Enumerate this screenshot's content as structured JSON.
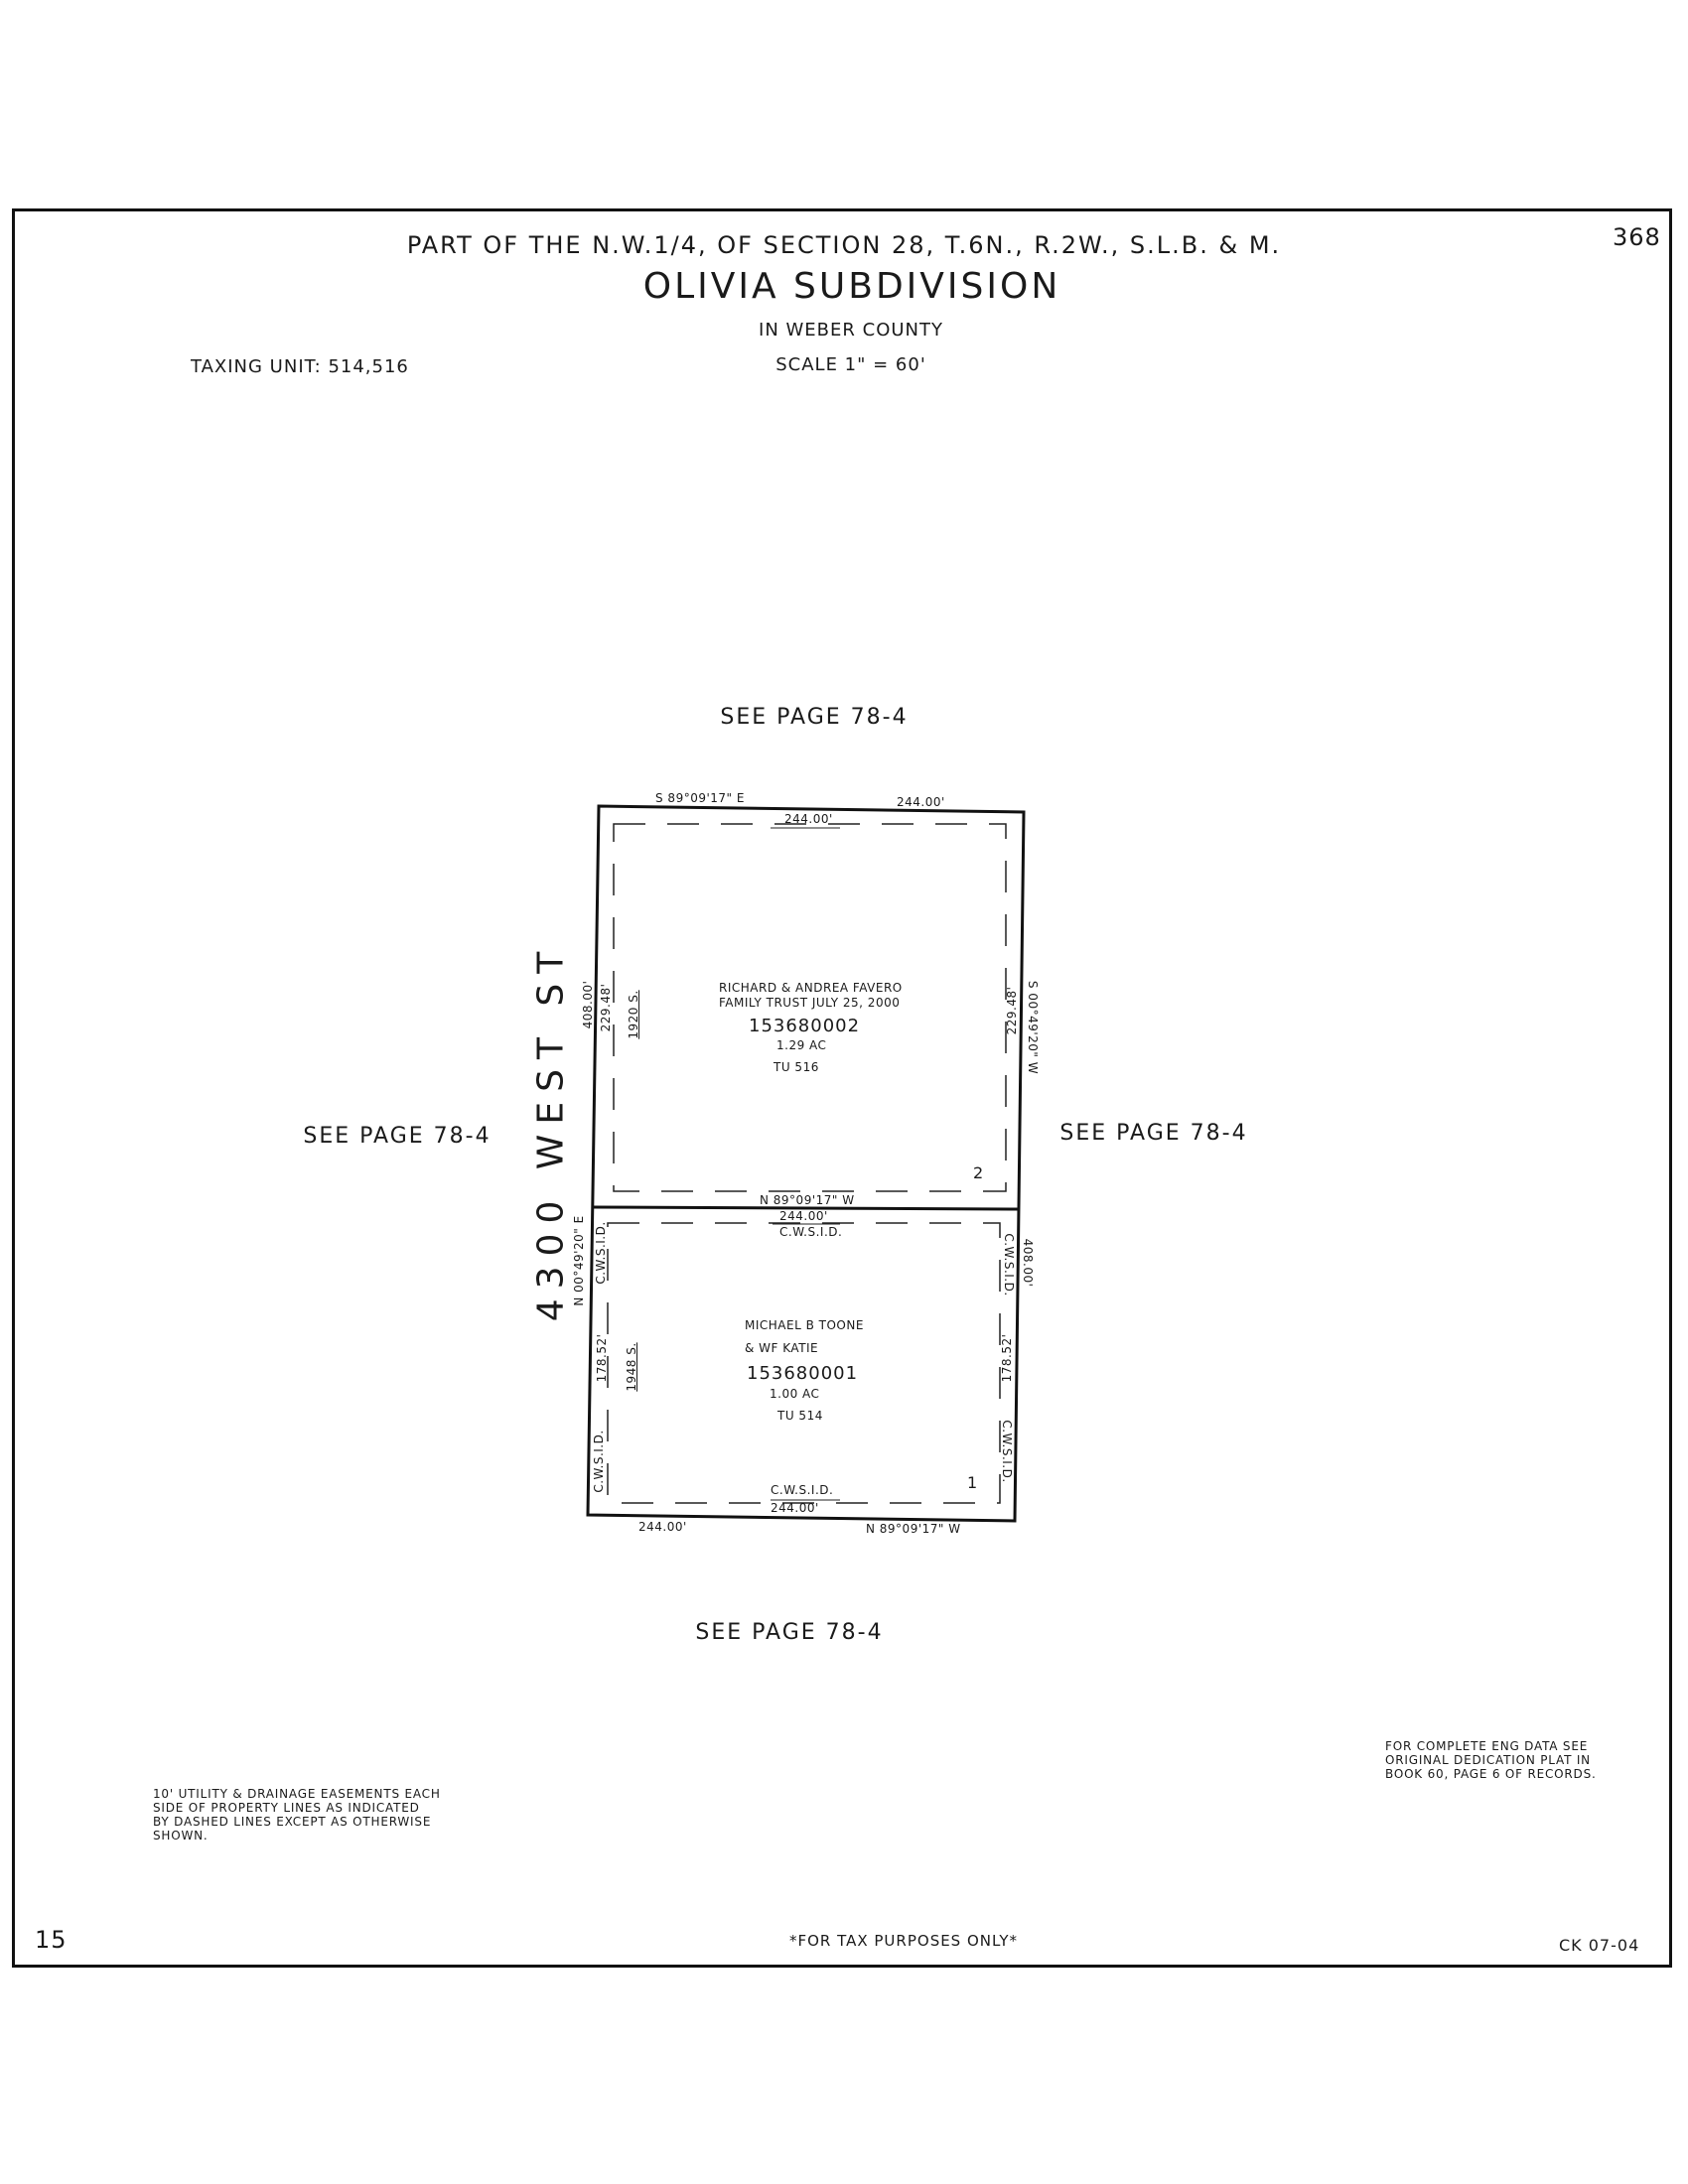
{
  "header": {
    "location": "PART OF THE N.W.1/4, OF SECTION 28, T.6N., R.2W., S.L.B. & M.",
    "title": "OLIVIA SUBDIVISION",
    "county": "IN WEBER COUNTY",
    "scale": "SCALE 1\" = 60'",
    "taxing_unit": "TAXING UNIT: 514,516",
    "page_number": "368"
  },
  "see_page": {
    "top": "SEE PAGE 78-4",
    "left": "SEE PAGE 78-4",
    "right": "SEE PAGE 78-4",
    "bottom": "SEE PAGE 78-4"
  },
  "street": "4300 WEST ST",
  "boundary_labels": {
    "north_bearing": "S 89°09'17\" E",
    "north_dist_outer": "244.00'",
    "north_dist_inner": "244.00'",
    "west_total": "408.00'",
    "west_upper": "229.48'",
    "west_lower": "178.52'",
    "west_bearing": "N 00°49'20\" E",
    "east_bearing": "S 00°49'20\" W",
    "east_upper": "229.48'",
    "east_lower": "178.52'",
    "east_total": "408.00'",
    "middle_bearing": "N 89°09'17\" W",
    "middle_dist": "244.00'",
    "south_bearing": "N 89°09'17\" W",
    "south_dist_outer": "244.00'",
    "south_dist_inner": "244.00'",
    "cwsid": "C.W.S.I.D."
  },
  "parcels": [
    {
      "owner_line1": "RICHARD & ANDREA FAVERO",
      "owner_line2": "FAMILY TRUST JULY 25, 2000",
      "parcel_id": "153680002",
      "acres": "1.29 AC",
      "tax_unit": "TU 516",
      "address": "1920 S.",
      "lot": "2"
    },
    {
      "owner_line1": "MICHAEL B TOONE",
      "owner_line2": "& WF KATIE",
      "parcel_id": "153680001",
      "acres": "1.00 AC",
      "tax_unit": "TU 514",
      "address": "1948 S.",
      "lot": "1"
    }
  ],
  "notes": {
    "easement": [
      "10' UTILITY & DRAINAGE EASEMENTS EACH",
      "SIDE OF PROPERTY LINES AS INDICATED",
      "BY DASHED LINES EXCEPT AS OTHERWISE",
      "SHOWN."
    ],
    "eng_data": [
      "FOR COMPLETE ENG DATA SEE",
      "ORIGINAL DEDICATION PLAT IN",
      "BOOK 60, PAGE 6 OF RECORDS."
    ]
  },
  "footer": {
    "left_number": "15",
    "tax_note": "*FOR TAX PURPOSES ONLY*",
    "check": "CK 07-04"
  }
}
